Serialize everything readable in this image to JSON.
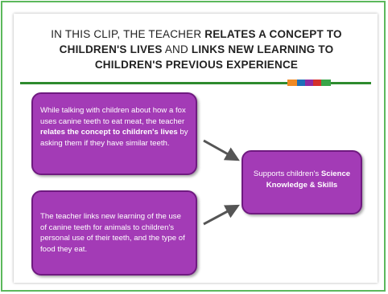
{
  "title": {
    "part1": "IN THIS CLIP, THE TEACHER ",
    "bold1": "RELATES A CONCEPT TO CHILDREN'S LIVES",
    "part2": " AND ",
    "bold2": "LINKS NEW LEARNING TO CHILDREN'S PREVIOUS EXPERIENCE"
  },
  "box_top": {
    "text1": "While talking with children about how a fox uses canine teeth to eat meat, the teacher ",
    "bold": "relates the concept to children's lives",
    "text2": " by asking them if they have similar teeth."
  },
  "box_bottom": {
    "text": "The teacher links new learning of the use of canine teeth for animals to children's personal use of their teeth, and the type of food they eat."
  },
  "box_result": {
    "text": "Supports children's ",
    "bold": "Science Knowledge & Skills"
  },
  "colors": {
    "box_fill": "#a33bb6",
    "box_border": "#6f1a80",
    "frame_border": "#5cb85c",
    "rule": "#2e8b2e",
    "arrow": "#555555"
  }
}
